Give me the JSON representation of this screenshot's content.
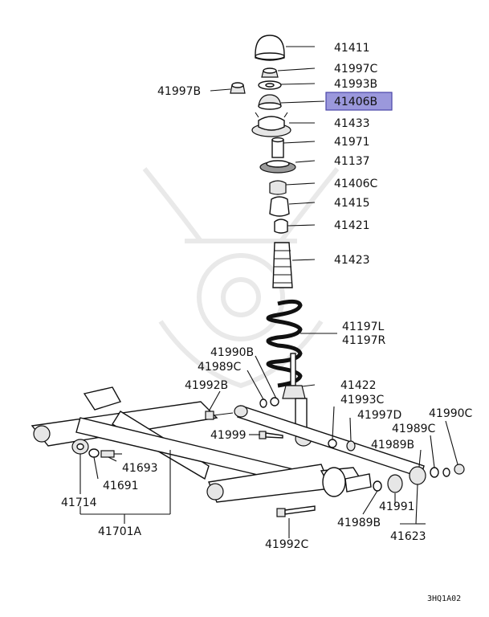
{
  "diagram_code": "3HQ1A02",
  "highlight_color": "#9b98dc",
  "labels": {
    "p41411": "41411",
    "p41997C": "41997C",
    "p41993B": "41993B",
    "p41997B": "41997B",
    "p41406B": "41406B",
    "p41433": "41433",
    "p41971": "41971",
    "p41137": "41137",
    "p41406C": "41406C",
    "p41415": "41415",
    "p41421": "41421",
    "p41423": "41423",
    "p41197L": "41197L",
    "p41197R": "41197R",
    "p41990B": "41990B",
    "p41989C_a": "41989C",
    "p41992B": "41992B",
    "p41422": "41422",
    "p41993C": "41993C",
    "p41997D": "41997D",
    "p41990C": "41990C",
    "p41989C_b": "41989C",
    "p41999": "41999",
    "p41989B_a": "41989B",
    "p41693": "41693",
    "p41691": "41691",
    "p41714": "41714",
    "p41991": "41991",
    "p41701A": "41701A",
    "p41989B_b": "41989B",
    "p41623": "41623",
    "p41992C": "41992C"
  }
}
